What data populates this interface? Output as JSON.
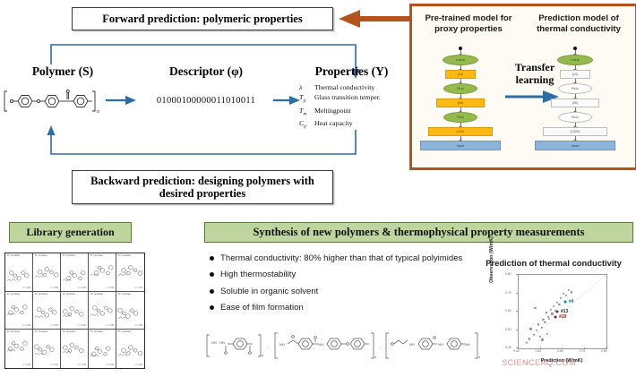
{
  "workflow": {
    "forward_box": "Forward prediction: polymeric properties",
    "backward_box": "Backward prediction: designing polymers with desired properties",
    "columns": {
      "polymer": "Polymer (S)",
      "descriptor": "Descriptor (φ)",
      "properties": "Properties (Y)"
    },
    "descriptor_value": "01000100000011010011",
    "property_rows": [
      {
        "symbol": "λ",
        "sub": "",
        "label": "Thermal conductivity"
      },
      {
        "symbol": "T",
        "sub": "g",
        "label": "Glass transition temper."
      },
      {
        "symbol": "T",
        "sub": "m",
        "label": "Meltingpoint"
      },
      {
        "symbol": "C",
        "sub": "p",
        "label": "Heat capacity"
      }
    ]
  },
  "transfer_panel": {
    "left_title": "Pre-trained model for proxy properties",
    "right_title": "Prediction model of thermal conductivity",
    "transfer_label": "Transfer learning",
    "left_layers": [
      {
        "name": "Linear",
        "shape": "oval",
        "color": "green"
      },
      {
        "name": "(10)",
        "shape": "box",
        "color": "orange"
      },
      {
        "name": "Relu",
        "shape": "oval",
        "color": "green"
      },
      {
        "name": "(50)",
        "shape": "box",
        "color": "orange"
      },
      {
        "name": "Relu",
        "shape": "oval",
        "color": "green"
      },
      {
        "name": "(100)",
        "shape": "box",
        "color": "orange"
      },
      {
        "name": "Input",
        "shape": "box",
        "color": "blue"
      }
    ],
    "right_layers": [
      {
        "name": "Linear",
        "shape": "oval",
        "color": "green"
      },
      {
        "name": "(10)",
        "shape": "box",
        "color": "white"
      },
      {
        "name": "Relu",
        "shape": "oval",
        "color": "white"
      },
      {
        "name": "(50)",
        "shape": "box",
        "color": "white"
      },
      {
        "name": "Relu",
        "shape": "oval",
        "color": "white"
      },
      {
        "name": "(1000)",
        "shape": "box",
        "color": "white"
      },
      {
        "name": "Input",
        "shape": "box",
        "color": "blue"
      }
    ],
    "border_color": "#b3541e"
  },
  "library": {
    "header": "Library generation",
    "grid_rows": 3,
    "grid_cols": 5,
    "cell_head": "ID: candidate",
    "cell_cap": "λ = 0.00\nTg = 000"
  },
  "synthesis": {
    "header": "Synthesis of new polymers & thermophysical property measurements",
    "bullets": [
      "Thermal conductivity: 80% higher than that of typical polyimides",
      "High thermostability",
      "Soluble in organic solvent",
      "Ease of film formation"
    ]
  },
  "chart_data": {
    "type": "scatter",
    "title": "Prediction of thermal conductivity",
    "xlabel": "Prediction (W/mK)",
    "ylabel": "Observation (W/mK)",
    "xlim": [
      0.4,
      0.8
    ],
    "ylim": [
      0.4,
      0.8
    ],
    "xticks": [
      "0.40",
      "0.50",
      "0.60",
      "0.70",
      "0.80"
    ],
    "yticks": [
      "0.40",
      "0.50",
      "0.60",
      "0.70",
      "0.80"
    ],
    "grid": false,
    "identity_line": true,
    "points": [
      {
        "x": 0.435,
        "y": 0.43
      },
      {
        "x": 0.448,
        "y": 0.452
      },
      {
        "x": 0.455,
        "y": 0.505
      },
      {
        "x": 0.47,
        "y": 0.472
      },
      {
        "x": 0.482,
        "y": 0.497
      },
      {
        "x": 0.49,
        "y": 0.53
      },
      {
        "x": 0.497,
        "y": 0.465
      },
      {
        "x": 0.505,
        "y": 0.512
      },
      {
        "x": 0.512,
        "y": 0.555
      },
      {
        "x": 0.52,
        "y": 0.54
      },
      {
        "x": 0.525,
        "y": 0.593
      },
      {
        "x": 0.533,
        "y": 0.572
      },
      {
        "x": 0.54,
        "y": 0.56
      },
      {
        "x": 0.548,
        "y": 0.612
      },
      {
        "x": 0.553,
        "y": 0.588
      },
      {
        "x": 0.56,
        "y": 0.63
      },
      {
        "x": 0.566,
        "y": 0.605
      },
      {
        "x": 0.575,
        "y": 0.648
      },
      {
        "x": 0.592,
        "y": 0.672
      },
      {
        "x": 0.604,
        "y": 0.7
      },
      {
        "x": 0.615,
        "y": 0.688
      },
      {
        "x": 0.628,
        "y": 0.718
      },
      {
        "x": 0.64,
        "y": 0.705
      },
      {
        "x": 0.475,
        "y": 0.618
      },
      {
        "x": 0.508,
        "y": 0.447
      },
      {
        "x": 0.53,
        "y": 0.478
      },
      {
        "x": 0.585,
        "y": 0.64
      }
    ],
    "highlighted": [
      {
        "label": "#4",
        "x": 0.612,
        "y": 0.652,
        "color": "#0f7f7f"
      },
      {
        "label": "#13",
        "x": 0.576,
        "y": 0.6,
        "color": "#2b2b2b"
      },
      {
        "label": "#19",
        "x": 0.568,
        "y": 0.572,
        "color": "#8a1b1b"
      }
    ]
  },
  "watermark": "SCIENCEAQ.COM"
}
